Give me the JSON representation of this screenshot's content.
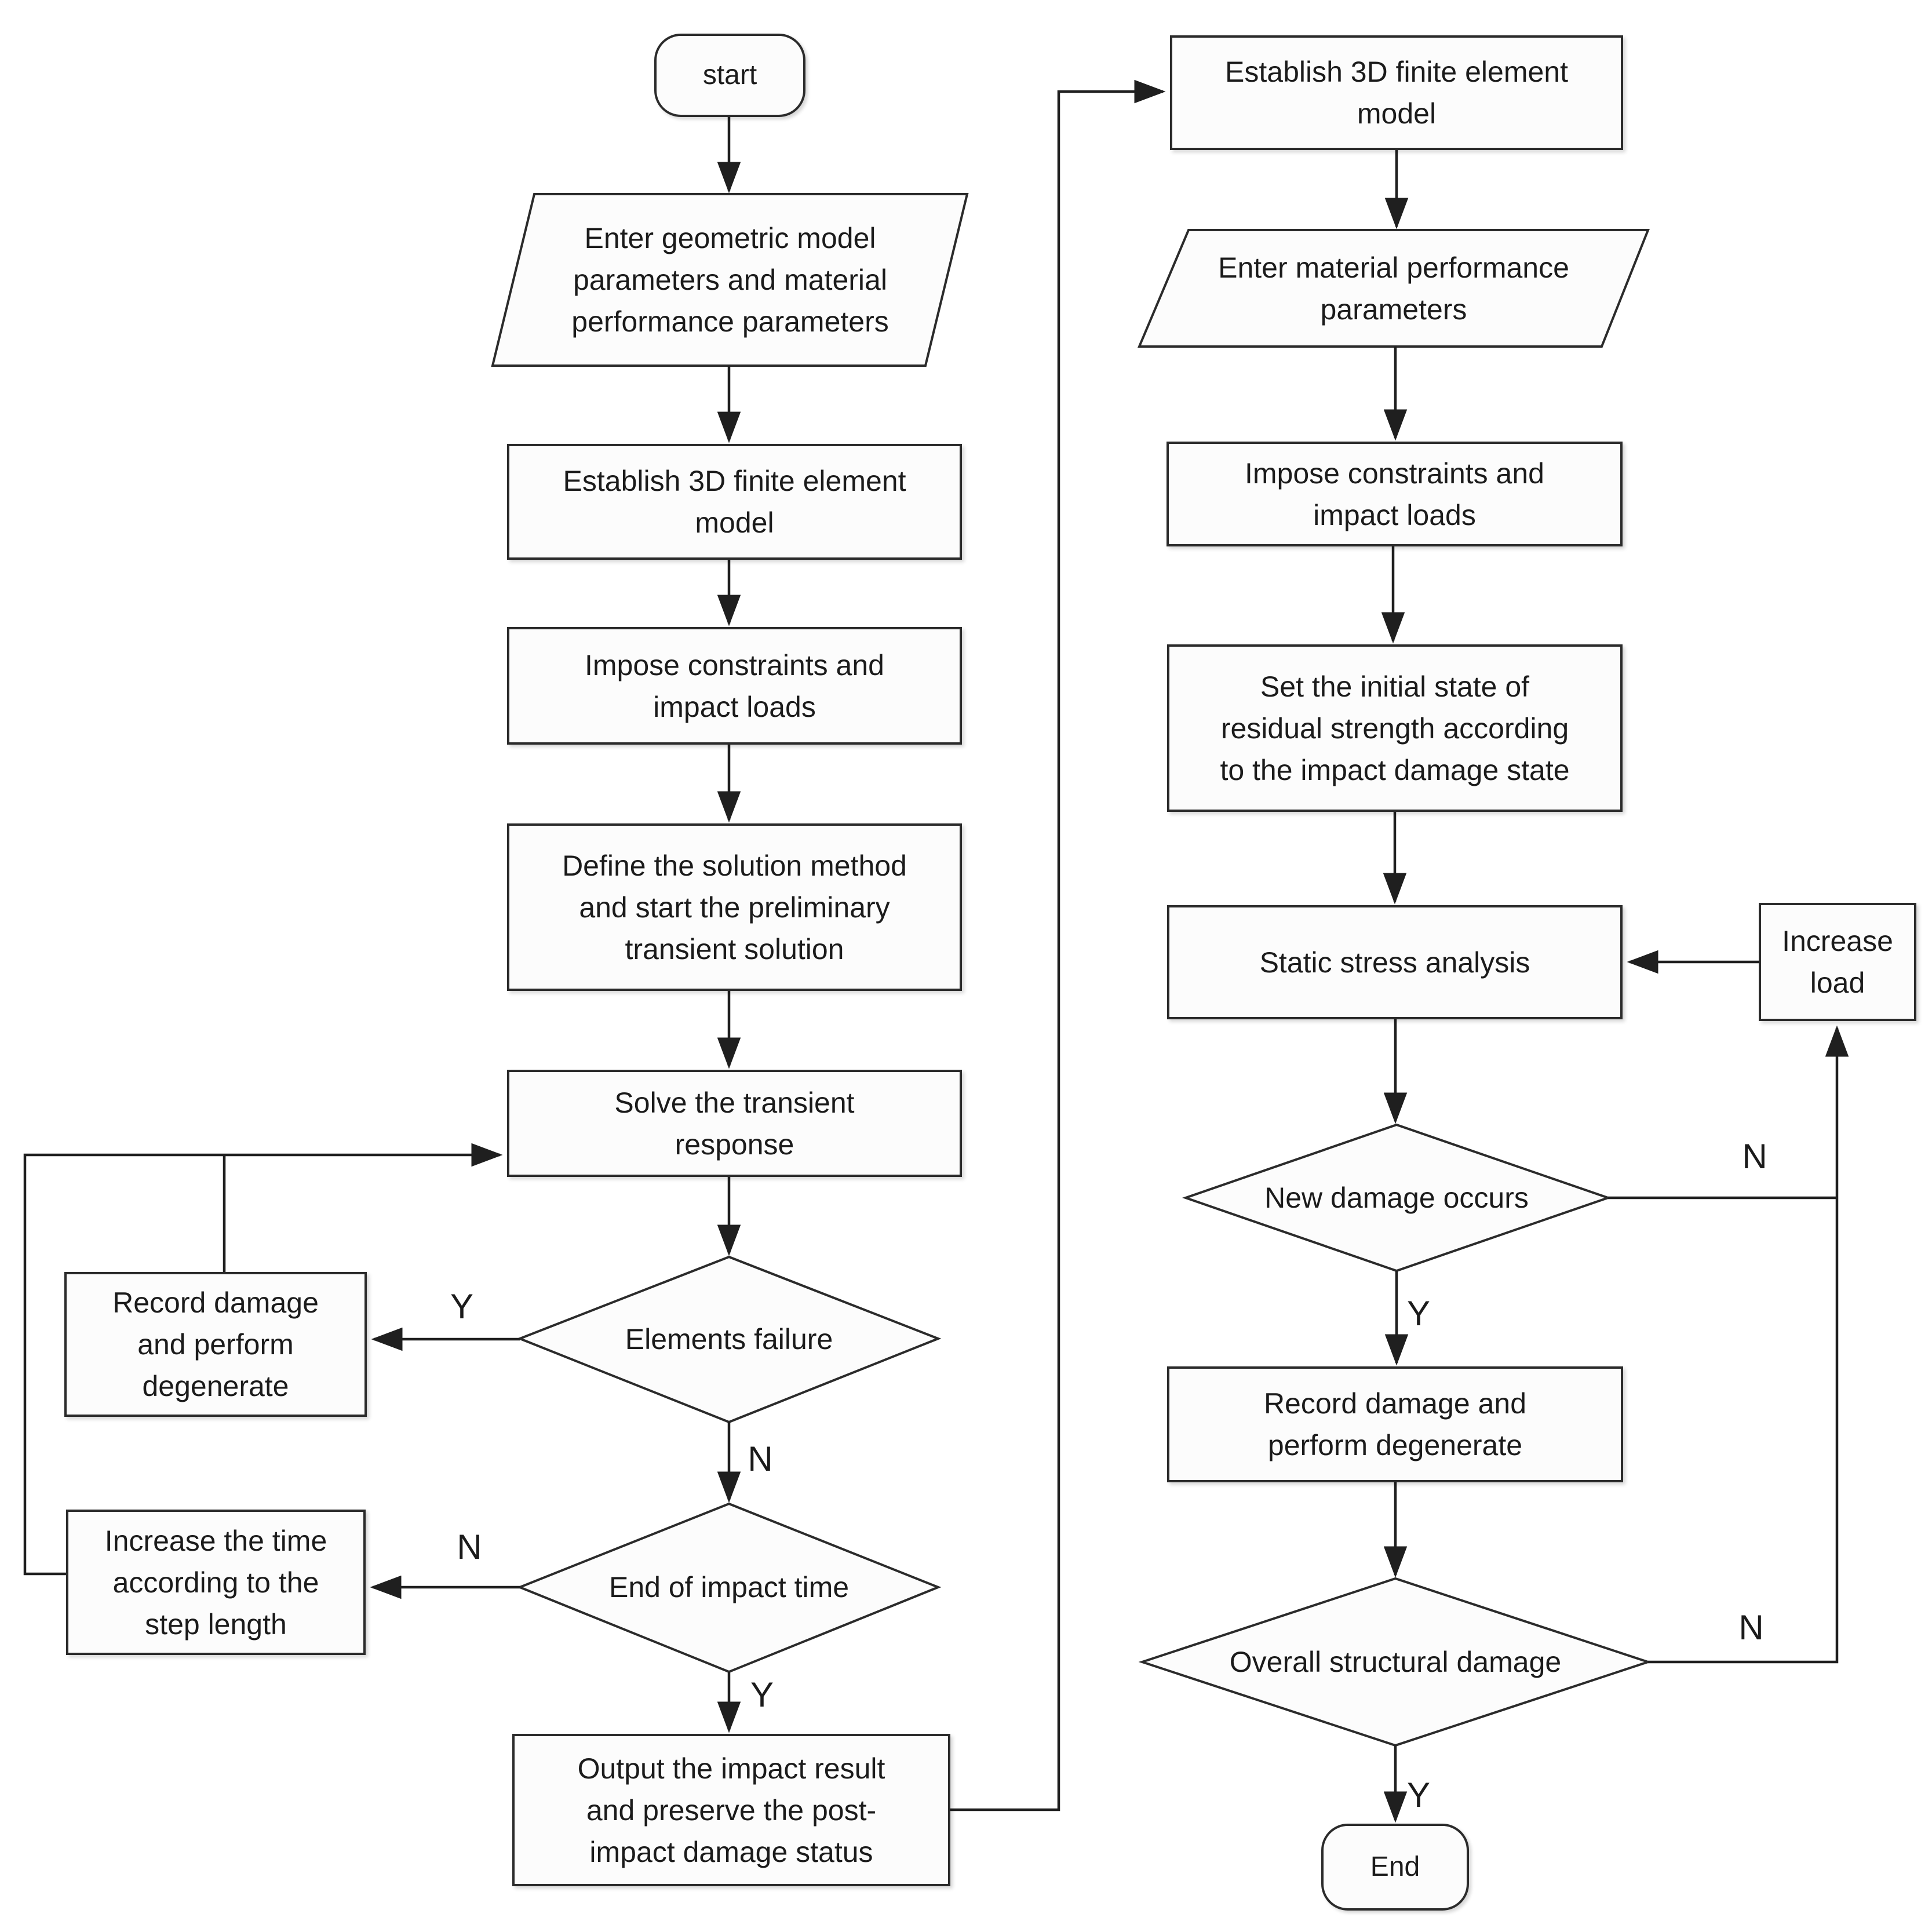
{
  "diagram": {
    "type": "flowchart",
    "background": "#ffffff",
    "stroke_color": "#2b2b2b",
    "text_color": "#1b1b1b",
    "shape_fill": "#fcfcfc"
  },
  "nodes": {
    "start": {
      "label": "start",
      "shape": "rounded"
    },
    "enter_geometric": {
      "label": "Enter geometric model\nparameters and material\nperformance parameters",
      "shape": "parallelogram"
    },
    "establish_left": {
      "label": "Establish 3D finite element\nmodel",
      "shape": "rect"
    },
    "impose_left": {
      "label": "Impose constraints and\nimpact loads",
      "shape": "rect"
    },
    "define_solution": {
      "label": "Define the solution method\nand start the preliminary\ntransient solution",
      "shape": "rect"
    },
    "solve_transient": {
      "label": "Solve the transient\nresponse",
      "shape": "rect"
    },
    "elements_failure": {
      "label": "Elements failure",
      "shape": "diamond"
    },
    "record_damage_left": {
      "label": "Record damage\nand perform\ndegenerate",
      "shape": "rect"
    },
    "end_of_impact": {
      "label": "End of impact time",
      "shape": "diamond"
    },
    "increase_time": {
      "label": "Increase the time\naccording to the\nstep length",
      "shape": "rect"
    },
    "output_impact": {
      "label": "Output the impact result\nand preserve the post-\nimpact damage status",
      "shape": "rect"
    },
    "establish_right": {
      "label": "Establish 3D finite element\nmodel",
      "shape": "rect"
    },
    "enter_material": {
      "label": "Enter material performance\nparameters",
      "shape": "parallelogram"
    },
    "impose_right": {
      "label": "Impose constraints and\nimpact loads",
      "shape": "rect"
    },
    "set_initial_state": {
      "label": "Set the initial state of\nresidual strength according\nto the impact damage state",
      "shape": "rect"
    },
    "static_stress": {
      "label": "Static stress analysis",
      "shape": "rect"
    },
    "increase_load": {
      "label": "Increase\nload",
      "shape": "rect"
    },
    "new_damage": {
      "label": "New damage occurs",
      "shape": "diamond"
    },
    "record_damage_right": {
      "label": "Record damage and\nperform degenerate",
      "shape": "rect"
    },
    "overall_damage": {
      "label": "Overall structural damage",
      "shape": "diamond"
    },
    "end": {
      "label": "End",
      "shape": "rounded"
    }
  },
  "branches": {
    "elements_failure_yes": "Y",
    "elements_failure_no": "N",
    "end_of_impact_no": "N",
    "end_of_impact_yes": "Y",
    "new_damage_yes": "Y",
    "new_damage_no": "N",
    "overall_damage_yes": "Y",
    "overall_damage_no": "N"
  }
}
